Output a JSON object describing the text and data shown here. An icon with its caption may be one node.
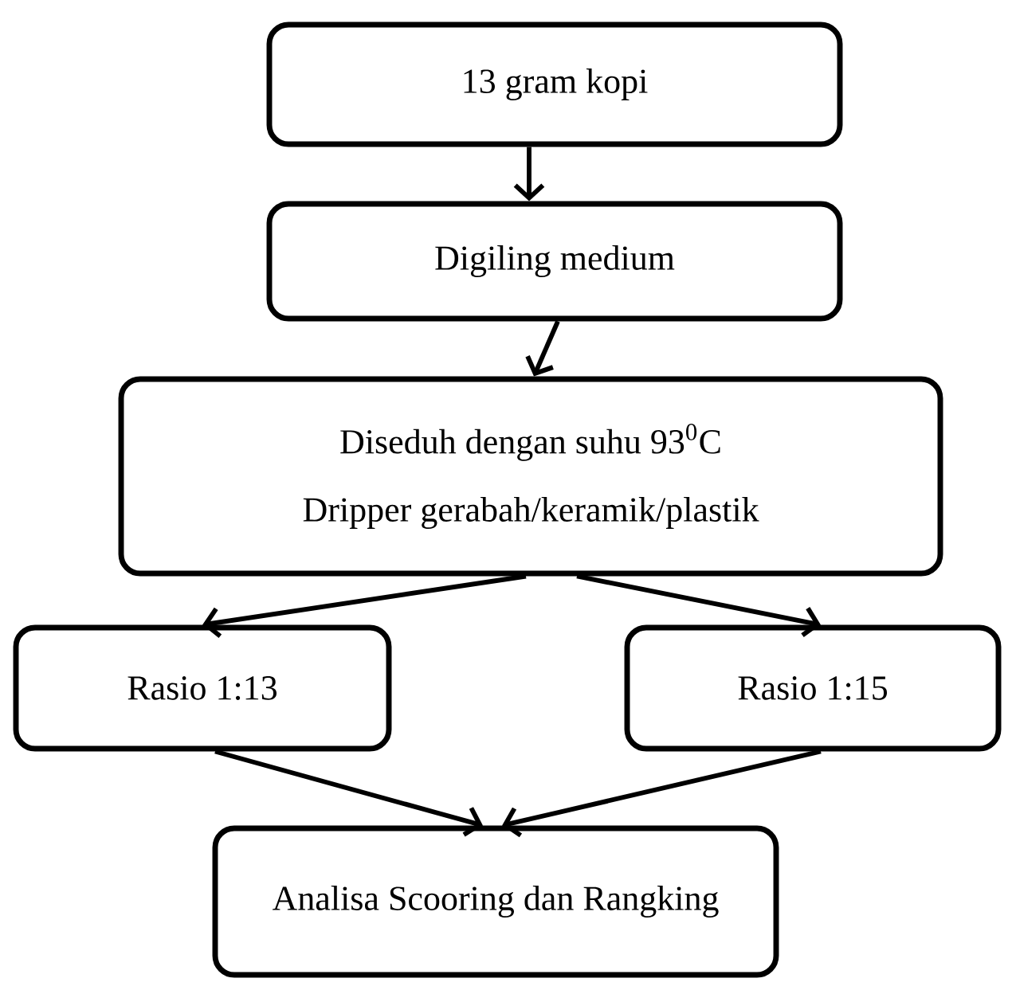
{
  "diagram": {
    "nodes": [
      {
        "text": [
          "13 gram kopi"
        ]
      },
      {
        "text": [
          "Digiling medium"
        ]
      },
      {
        "text": [
          "Diseduh dengan suhu 93$^{0}$C",
          "Dripper gerabah/keramik/plastik"
        ]
      },
      {
        "text": [
          "Rasio 1:13"
        ]
      },
      {
        "text": [
          "Rasio 1:15"
        ]
      },
      {
        "text": [
          "Analisa Scooring dan Rangking"
        ]
      }
    ],
    "edges": [
      {
        "from": 0,
        "to": 1,
        "arrow": "to"
      },
      {
        "from": 1,
        "to": 2,
        "arrow": "to"
      },
      {
        "from": 2,
        "to": 3,
        "arrow": "to"
      },
      {
        "from": 2,
        "to": 4,
        "arrow": "to"
      },
      {
        "from": 3,
        "to": 5,
        "arrow": "to"
      },
      {
        "from": 4,
        "to": 5,
        "arrow": "to"
      }
    ]
  }
}
